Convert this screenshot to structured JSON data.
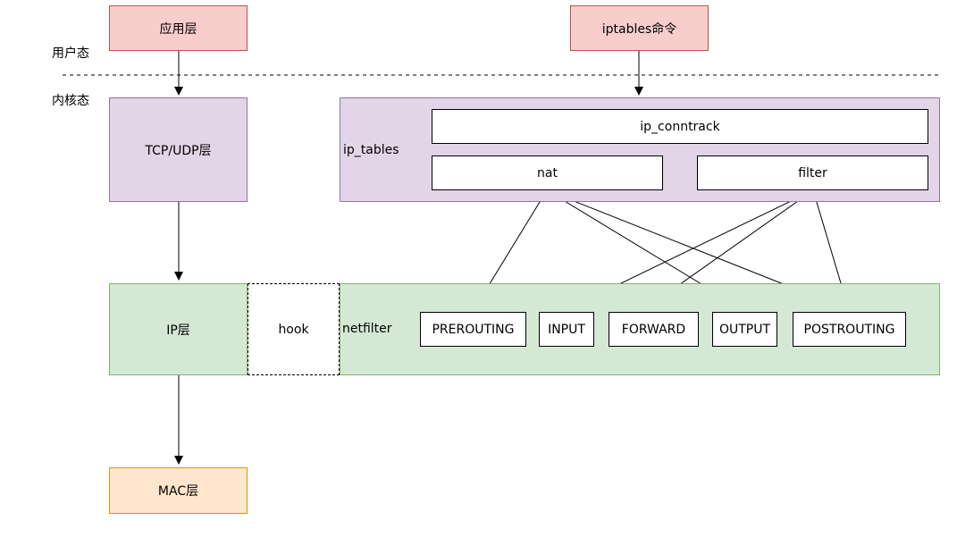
{
  "zones": {
    "user_space": "用户态",
    "kernel_space": "内核态"
  },
  "left_stack": {
    "app_layer": "应用层",
    "tcp_udp_layer": "TCP/UDP层",
    "ip_layer": "IP层",
    "hook": "hook",
    "mac_layer": "MAC层"
  },
  "iptables_cmd": "iptables命令",
  "ip_tables": {
    "label": "ip_tables",
    "conntrack": "ip_conntrack",
    "nat": "nat",
    "filter": "filter"
  },
  "netfilter": {
    "label": "netfilter",
    "hooks": [
      "PREROUTING",
      "INPUT",
      "FORWARD",
      "OUTPUT",
      "POSTROUTING"
    ]
  },
  "colors": {
    "pink_fill": "#f8cecc",
    "pink_stroke": "#b85450",
    "purple_fill": "#e1d5e7",
    "purple_stroke": "#9673a6",
    "green_fill": "#d5e8d4",
    "green_stroke": "#82b366",
    "orange_fill": "#ffe6cc",
    "orange_stroke": "#d79b00"
  }
}
